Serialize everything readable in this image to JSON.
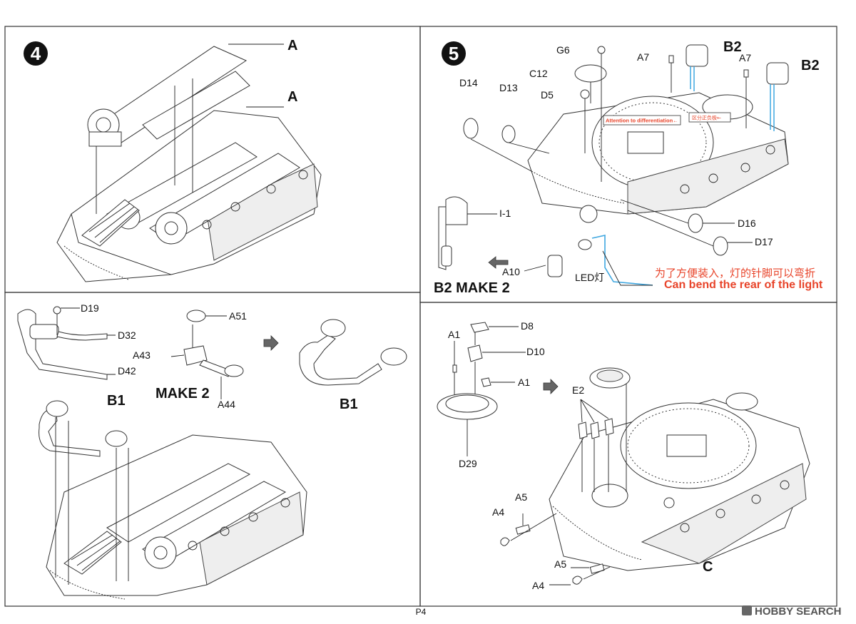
{
  "page": {
    "number": "P4",
    "watermark": "HOBBY SEARCH"
  },
  "step4": {
    "number": "4",
    "labels": [
      "A",
      "A"
    ]
  },
  "step5": {
    "number": "5",
    "labels": {
      "g6": "G6",
      "c12": "C12",
      "d5": "D5",
      "d14": "D14",
      "d13": "D13",
      "a7a": "A7",
      "a7b": "A7",
      "b2a": "B2",
      "b2b": "B2",
      "d16": "D16",
      "d17": "D17",
      "i1": "I-1",
      "a10": "A10",
      "led": "LED灯"
    },
    "attention_en": "Attention to differentiation←",
    "attention_cn": "区分正负极←",
    "note_cn": "为了方便装入，灯的针脚可以弯折",
    "note_en": "Can bend the rear of the light",
    "make_label": "B2 MAKE 2"
  },
  "stepB1": {
    "labels": {
      "d19": "D19",
      "d32": "D32",
      "d42": "D42",
      "a51": "A51",
      "a43": "A43",
      "a44": "A44",
      "make2": "MAKE 2",
      "b1a": "B1",
      "b1b": "B1"
    }
  },
  "stepC": {
    "labels": {
      "d8": "D8",
      "d10": "D10",
      "a1a": "A1",
      "a1b": "A1",
      "d29": "D29",
      "e2": "E2",
      "a5a": "A5",
      "a4a": "A4",
      "a5b": "A5",
      "a4b": "A4",
      "c": "C"
    }
  },
  "colors": {
    "note_red": "#e8442a",
    "wire_blue": "#3fa7e0",
    "frame": "#333333"
  },
  "icons": [
    "arrow-right-icon",
    "arrow-left-icon",
    "light-part-icon"
  ]
}
